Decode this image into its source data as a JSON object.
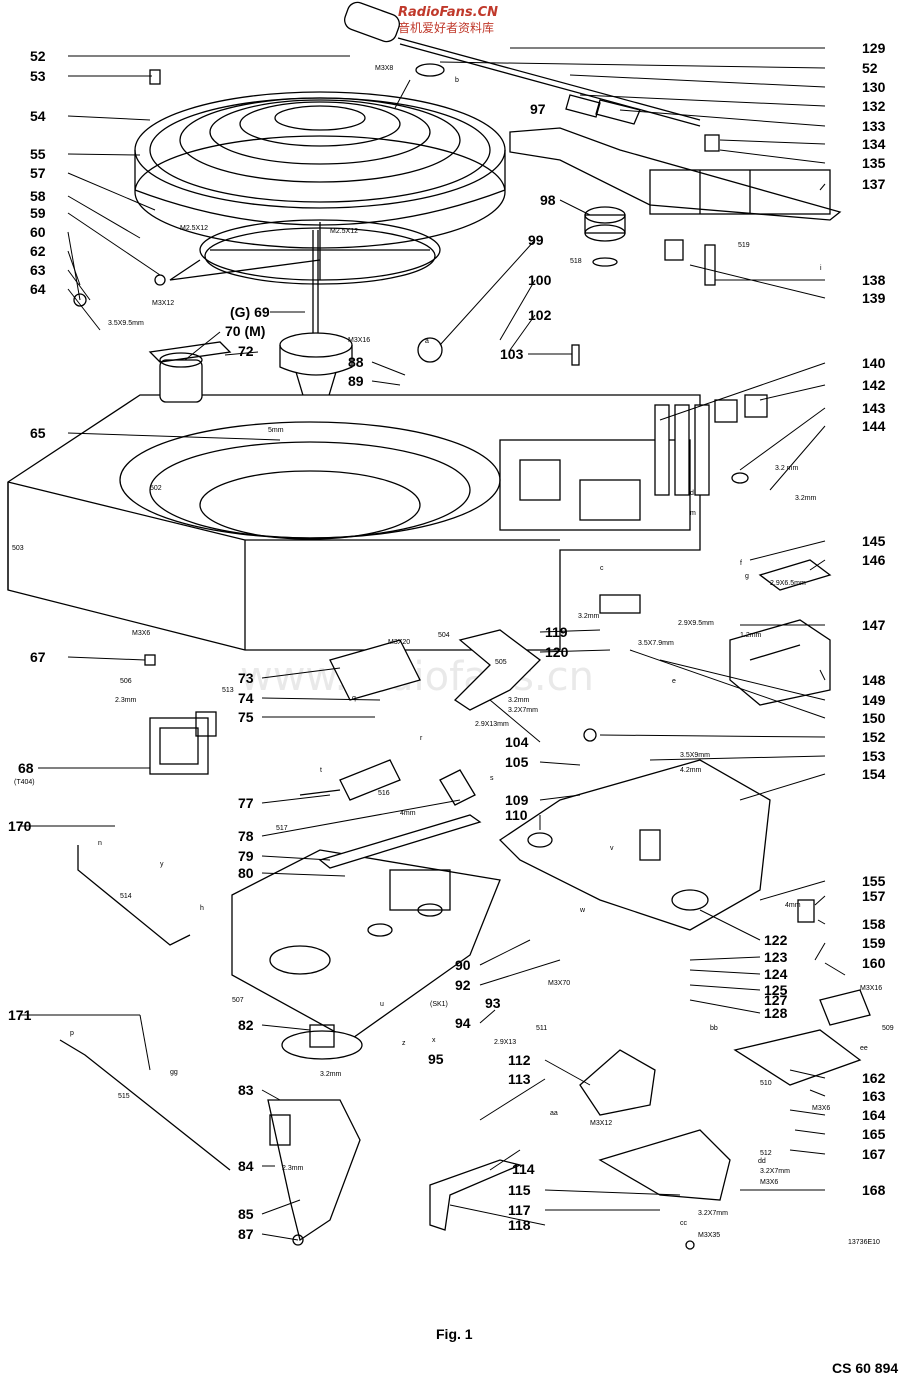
{
  "watermark": {
    "brand": "RadioFans.CN",
    "subtitle": "收音机爱好者资料库",
    "center_text": "www.radiofans.cn",
    "color": "#c0392b"
  },
  "figure_label": "Fig. 1",
  "document_code": "CS 60 894",
  "drawing_number": "13736E10",
  "callouts_left": [
    "52",
    "53",
    "54",
    "55",
    "57",
    "58",
    "59",
    "60",
    "62",
    "63",
    "64",
    "65",
    "67",
    "68",
    "(T404)",
    "170",
    "171"
  ],
  "callouts_center": [
    "(G) 69",
    "70 (M)",
    "72",
    "73",
    "74",
    "75",
    "77",
    "78",
    "79",
    "80",
    "82",
    "83",
    "84",
    "85",
    "87",
    "88",
    "89",
    "90",
    "92",
    "93",
    "94",
    "95",
    "97",
    "98",
    "99",
    "100",
    "102",
    "103",
    "104",
    "105",
    "109",
    "110",
    "112",
    "113",
    "114",
    "115",
    "117",
    "118",
    "119",
    "120",
    "122",
    "123",
    "124",
    "125",
    "127",
    "128"
  ],
  "callouts_right": [
    "129",
    "52",
    "130",
    "132",
    "133",
    "134",
    "135",
    "137",
    "138",
    "139",
    "140",
    "142",
    "143",
    "144",
    "145",
    "146",
    "147",
    "148",
    "149",
    "150",
    "152",
    "153",
    "154",
    "155",
    "157",
    "158",
    "159",
    "160",
    "162",
    "163",
    "164",
    "165",
    "167",
    "168"
  ],
  "component_refs": [
    "502",
    "503",
    "504",
    "505",
    "506",
    "507",
    "509",
    "510",
    "511",
    "512",
    "513",
    "514",
    "515",
    "516",
    "517",
    "518",
    "519",
    "(SK1)"
  ],
  "fastener_notes": [
    "M3X8",
    "M2.5X12",
    "M2.5X12",
    "M3X12",
    "3.5X9.5mm",
    "M3X16",
    "5mm",
    "M3X6",
    "2.3mm",
    "M3X20",
    "3.2mm",
    "3.2X7mm",
    "2.9X13mm",
    "3.2mm",
    "2.9X9.5mm",
    "3.5X7.9mm",
    "2.9X6.5mm",
    "1.2mm",
    "3.5X9mm",
    "4.2mm",
    "4mm",
    "3.2 mm",
    "3.2mm",
    "4mm",
    "M3X16",
    "M3X6",
    "3.2X7mm",
    "M3X6",
    "2.9X13",
    "M3X70",
    "M3X35",
    "3.2X7mm",
    "M3X12",
    "2.3mm",
    "3.2mm"
  ],
  "letters": [
    "a",
    "b",
    "c",
    "d",
    "e",
    "f",
    "g",
    "h",
    "i",
    "m",
    "n",
    "p",
    "q",
    "r",
    "s",
    "t",
    "u",
    "v",
    "w",
    "x",
    "y",
    "z",
    "aa",
    "bb",
    "cc",
    "dd",
    "ee",
    "gg"
  ]
}
